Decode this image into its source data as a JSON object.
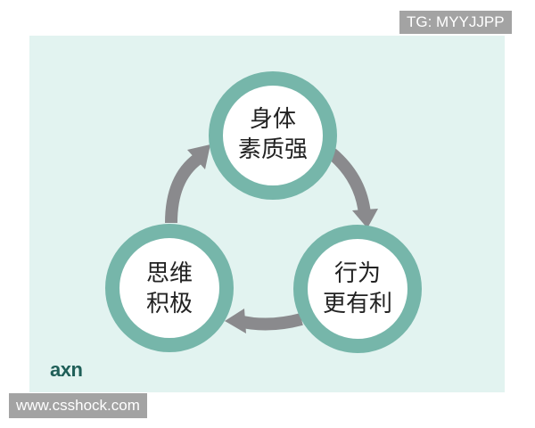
{
  "diagram": {
    "type": "cycle",
    "colors": {
      "background_panel": "#e2f3f0",
      "ring": "#76b6aa",
      "node_fill": "#ffffff",
      "arrow": "#8a8a8d",
      "text": "#222222"
    },
    "nodes": [
      {
        "id": "body",
        "line1": "身体",
        "line2": "素质强"
      },
      {
        "id": "behavior",
        "line1": "行为",
        "line2": "更有利"
      },
      {
        "id": "thinking",
        "line1": "思维",
        "line2": "积极"
      }
    ],
    "edges": [
      {
        "from": "body",
        "to": "behavior"
      },
      {
        "from": "behavior",
        "to": "thinking"
      },
      {
        "from": "thinking",
        "to": "body"
      }
    ]
  },
  "logo": {
    "text": "axn"
  },
  "watermarks": {
    "top_right": "TG: MYYJJPP",
    "bottom_left": "www.csshock.com"
  }
}
